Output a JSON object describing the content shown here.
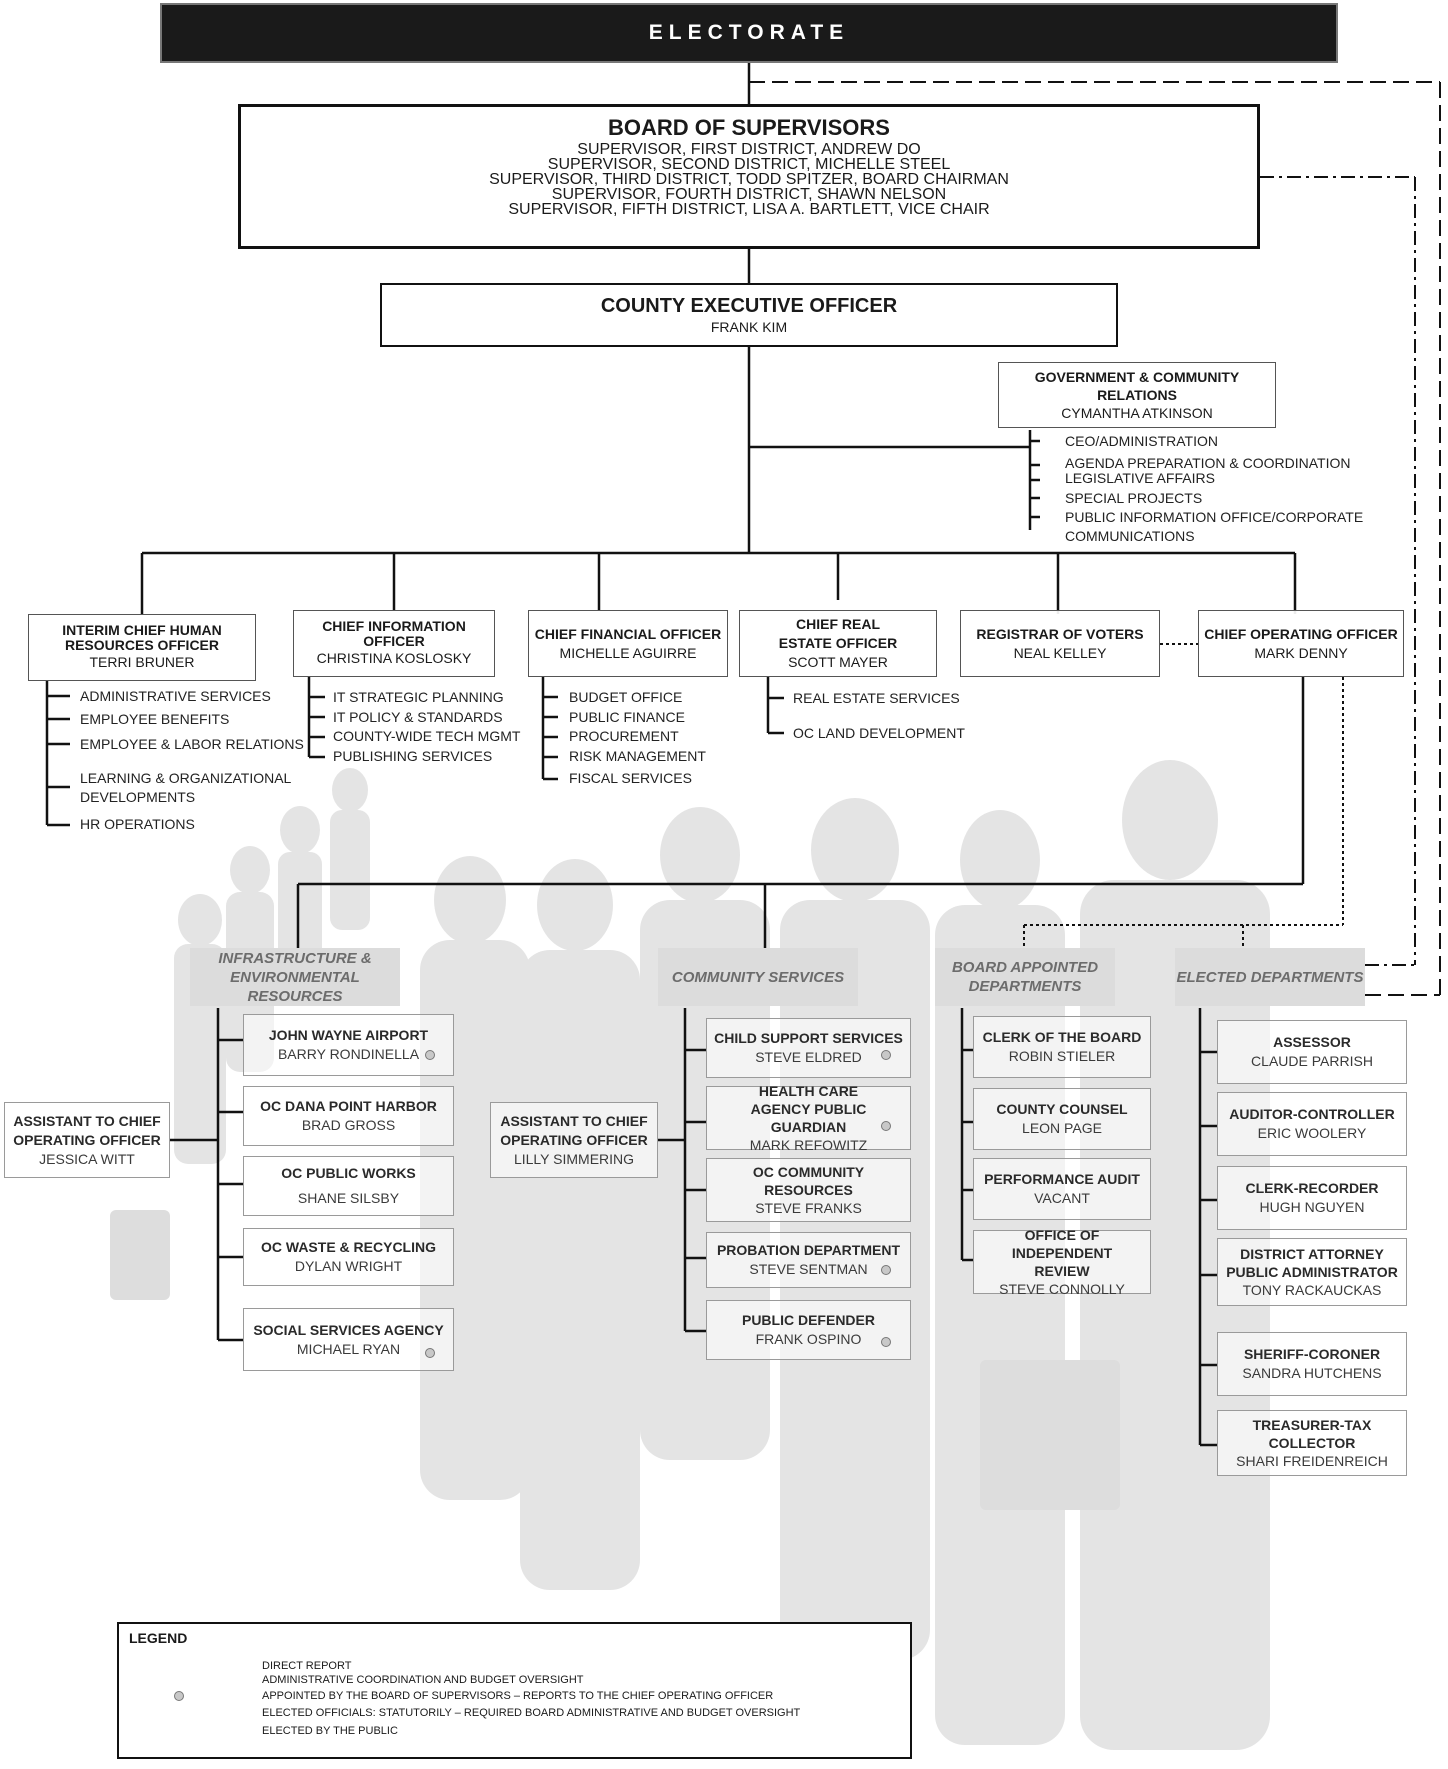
{
  "electorate": "ELECTORATE",
  "board": {
    "title": "BOARD OF SUPERVISORS",
    "members": [
      "SUPERVISOR, FIRST DISTRICT, ANDREW DO",
      "SUPERVISOR, SECOND DISTRICT, MICHELLE STEEL",
      "SUPERVISOR, THIRD DISTRICT, TODD SPITZER, BOARD CHAIRMAN",
      "SUPERVISOR, FOURTH DISTRICT, SHAWN NELSON",
      "SUPERVISOR, FIFTH DISTRICT, LISA A. BARTLETT, VICE CHAIR"
    ]
  },
  "ceo": {
    "title": "COUNTY EXECUTIVE OFFICER",
    "name": "FRANK KIM"
  },
  "gcr": {
    "title": "GOVERNMENT & COMMUNITY RELATIONS",
    "name": "CYMANTHA ATKINSON",
    "items": [
      "CEO/ADMINISTRATION",
      "AGENDA PREPARATION & COORDINATION",
      "LEGISLATIVE AFFAIRS",
      "SPECIAL PROJECTS",
      "PUBLIC INFORMATION OFFICE/CORPORATE",
      "COMMUNICATIONS"
    ]
  },
  "chiefs": {
    "hr": {
      "title": "INTERIM CHIEF HUMAN RESOURCES OFFICER",
      "name": "TERRI BRUNER",
      "items": [
        "ADMINISTRATIVE SERVICES",
        "EMPLOYEE BENEFITS",
        "EMPLOYEE & LABOR RELATIONS",
        "LEARNING & ORGANIZATIONAL DEVELOPMENTS",
        "HR OPERATIONS"
      ]
    },
    "info": {
      "title": "CHIEF INFORMATION OFFICER",
      "name": "CHRISTINA KOSLOSKY",
      "items": [
        "IT STRATEGIC PLANNING",
        "IT POLICY & STANDARDS",
        "COUNTY-WIDE TECH MGMT",
        "PUBLISHING SERVICES"
      ]
    },
    "fin": {
      "title": "CHIEF FINANCIAL OFFICER",
      "name": "MICHELLE AGUIRRE",
      "items": [
        "BUDGET OFFICE",
        "PUBLIC FINANCE",
        "PROCUREMENT",
        "RISK MANAGEMENT",
        "FISCAL SERVICES"
      ]
    },
    "re": {
      "title": "CHIEF REAL ESTATE OFFICER",
      "name": "SCOTT MAYER",
      "items": [
        "REAL ESTATE SERVICES",
        "OC LAND DEVELOPMENT"
      ]
    },
    "rov": {
      "title": "REGISTRAR OF VOTERS",
      "name": "NEAL KELLEY"
    },
    "coo": {
      "title": "CHIEF OPERATING OFFICER",
      "name": "MARK DENNY"
    }
  },
  "groups": {
    "ier": "INFRASTRUCTURE & ENVIRONMENTAL RESOURCES",
    "cs": "COMMUNITY SERVICES",
    "bad": "BOARD APPOINTED DEPARTMENTS",
    "ed": "ELECTED DEPARTMENTS"
  },
  "assistants": {
    "a1": {
      "title": "ASSISTANT TO CHIEF OPERATING OFFICER",
      "name": "JESSICA WITT"
    },
    "a2": {
      "title": "ASSISTANT TO CHIEF OPERATING OFFICER",
      "name": "LILLY SIMMERING"
    }
  },
  "ier_depts": [
    {
      "title": "JOHN WAYNE AIRPORT",
      "name": "BARRY RONDINELLA"
    },
    {
      "title": "OC DANA POINT HARBOR",
      "name": "BRAD GROSS"
    },
    {
      "title": "OC PUBLIC WORKS",
      "name": "SHANE SILSBY"
    },
    {
      "title": "OC WASTE & RECYCLING",
      "name": "DYLAN WRIGHT"
    },
    {
      "title": "SOCIAL SERVICES AGENCY",
      "name": "MICHAEL RYAN"
    }
  ],
  "cs_depts": [
    {
      "title": "CHILD SUPPORT SERVICES",
      "name": "STEVE ELDRED"
    },
    {
      "title": "HEALTH CARE AGENCY PUBLIC GUARDIAN",
      "name": "MARK REFOWITZ"
    },
    {
      "title": "OC COMMUNITY RESOURCES",
      "name": "STEVE FRANKS"
    },
    {
      "title": "PROBATION DEPARTMENT",
      "name": "STEVE SENTMAN"
    },
    {
      "title": "PUBLIC DEFENDER",
      "name": "FRANK OSPINO"
    }
  ],
  "bad_depts": [
    {
      "title": "CLERK OF THE BOARD",
      "name": "ROBIN STIELER"
    },
    {
      "title": "COUNTY COUNSEL",
      "name": "LEON PAGE"
    },
    {
      "title": "PERFORMANCE AUDIT",
      "name": "VACANT"
    },
    {
      "title": "OFFICE OF INDEPENDENT REVIEW",
      "name": "STEVE CONNOLLY"
    }
  ],
  "ed_depts": [
    {
      "title": "ASSESSOR",
      "name": "CLAUDE PARRISH"
    },
    {
      "title": "AUDITOR-CONTROLLER",
      "name": "ERIC WOOLERY"
    },
    {
      "title": "CLERK-RECORDER",
      "name": "HUGH NGUYEN"
    },
    {
      "title": "DISTRICT ATTORNEY PUBLIC ADMINISTRATOR",
      "name": "TONY RACKAUCKAS"
    },
    {
      "title": "SHERIFF-CORONER",
      "name": "SANDRA HUTCHENS"
    },
    {
      "title": "TREASURER-TAX COLLECTOR",
      "name": "SHARI FREIDENREICH"
    }
  ],
  "legend": {
    "title": "LEGEND",
    "items": [
      "DIRECT REPORT",
      "ADMINISTRATIVE COORDINATION AND BUDGET OVERSIGHT",
      "APPOINTED BY THE BOARD OF SUPERVISORS – REPORTS TO THE CHIEF OPERATING OFFICER",
      "ELECTED OFFICIALS: STATUTORILY – REQUIRED BOARD ADMINISTRATIVE AND BUDGET OVERSIGHT",
      "ELECTED BY THE PUBLIC"
    ]
  }
}
